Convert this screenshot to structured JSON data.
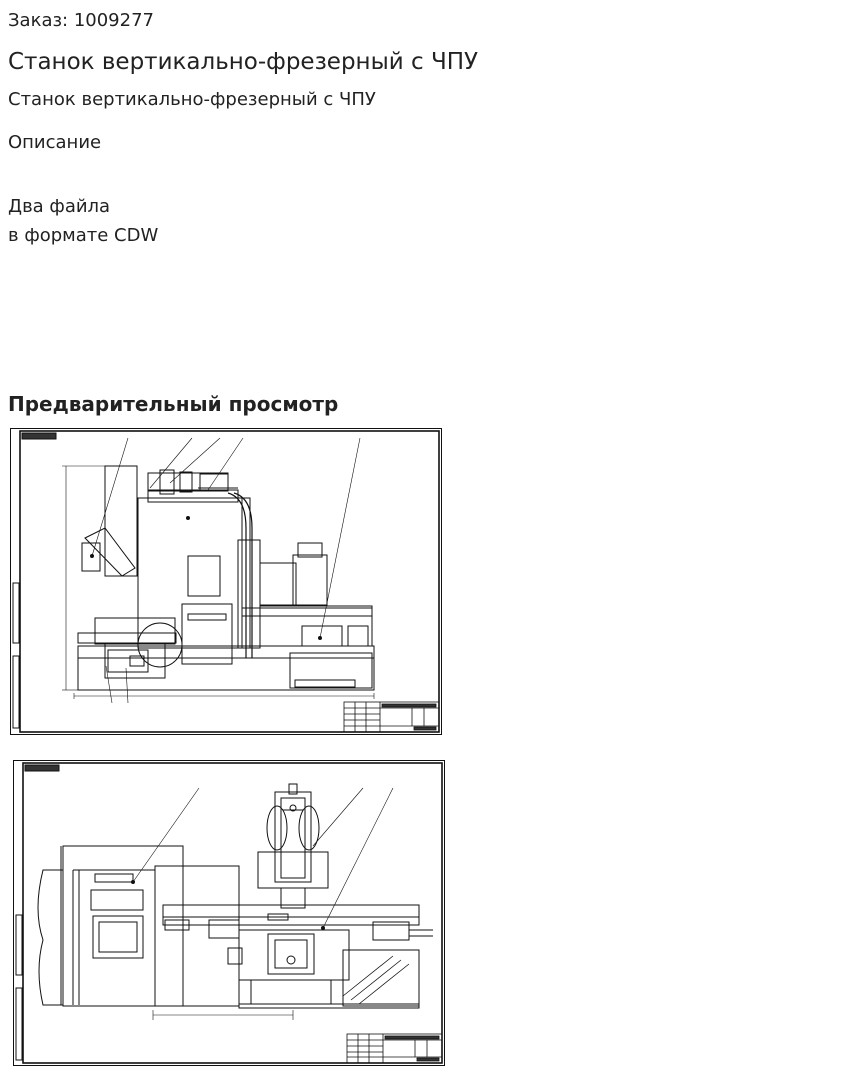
{
  "order": {
    "label": "Заказ: 1009277"
  },
  "product": {
    "title": "Станок вертикально-фрезерный с ЧПУ",
    "subtitle": "Станок вертикально-фрезерный с ЧПУ"
  },
  "description": {
    "heading": "Описание",
    "lines": [
      "Два файла",
      "в формате CDW"
    ]
  },
  "preview": {
    "heading": "Предварительный просмотр",
    "images": [
      {
        "alt": "Станок вертикально-фрезерный с ЧПУ — лист 1"
      },
      {
        "alt": "Станок вертикально-фрезерный с ЧПУ — лист 2"
      }
    ]
  }
}
